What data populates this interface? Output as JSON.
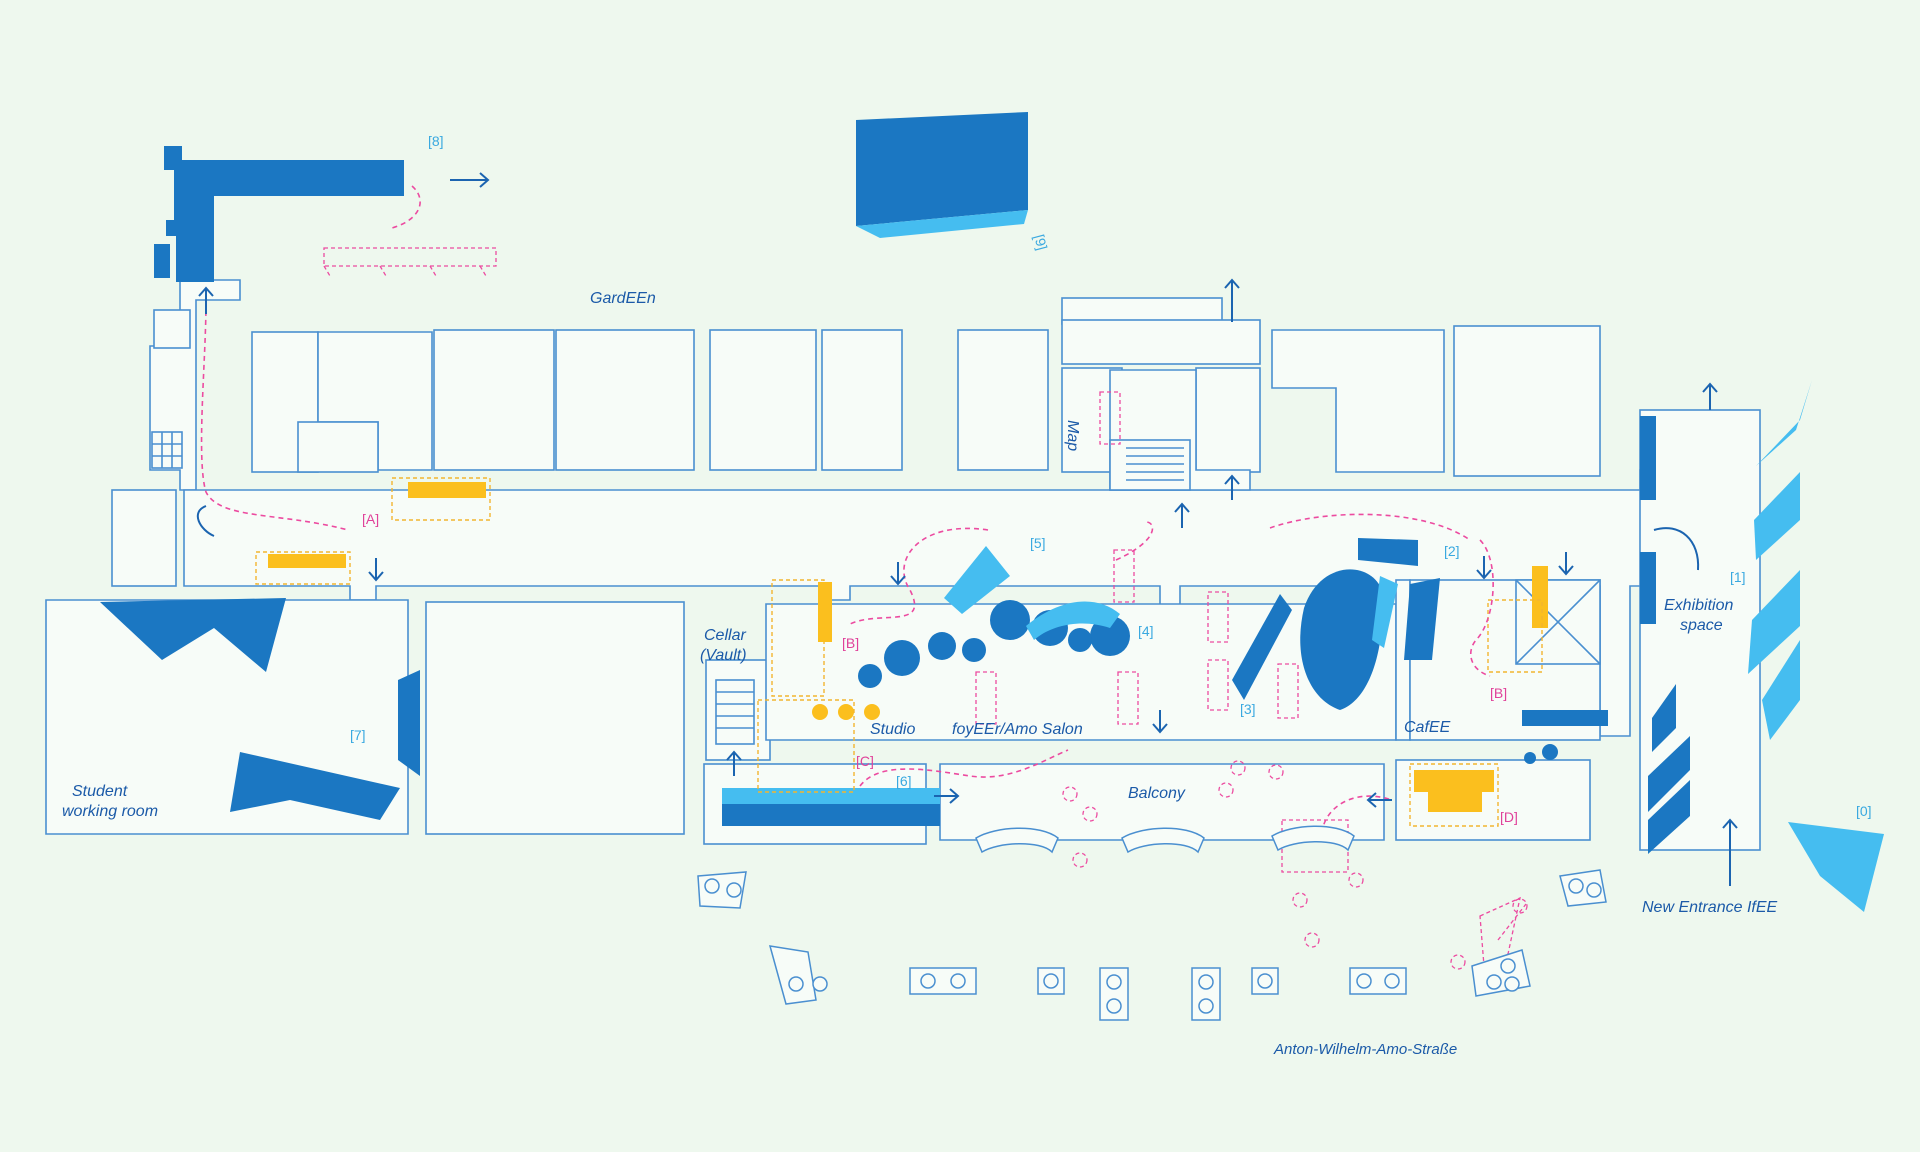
{
  "rooms": {
    "garden": "GardEEn",
    "map": "Map",
    "cellar": "Cellar",
    "cellar_sub": "(Vault)",
    "studio": "Studio",
    "foyer": "foyEEr/Amo Salon",
    "balcony": "Balcony",
    "cafe": "CafEE",
    "exhibition_line1": "Exhibition",
    "exhibition_line2": "space",
    "student_line1": "Student",
    "student_line2": "working room",
    "entrance": "New Entrance IfEE",
    "street": "Anton-Wilhelm-Amo-Straße"
  },
  "numbers": {
    "n0": "[0]",
    "n1": "[1]",
    "n2": "[2]",
    "n3": "[3]",
    "n4": "[4]",
    "n5": "[5]",
    "n6": "[6]",
    "n7": "[7]",
    "n8": "[8]",
    "n9": "[9]"
  },
  "markers": {
    "a": "[A]",
    "b1": "[B]",
    "b2": "[B]",
    "c": "[C]",
    "d": "[D]"
  },
  "colors": {
    "dark_blue": "#1b77c2",
    "light_blue": "#45bdf0",
    "pink": "#ec4ba0",
    "gold": "#fbbf1e",
    "background": "#eef8ee"
  }
}
